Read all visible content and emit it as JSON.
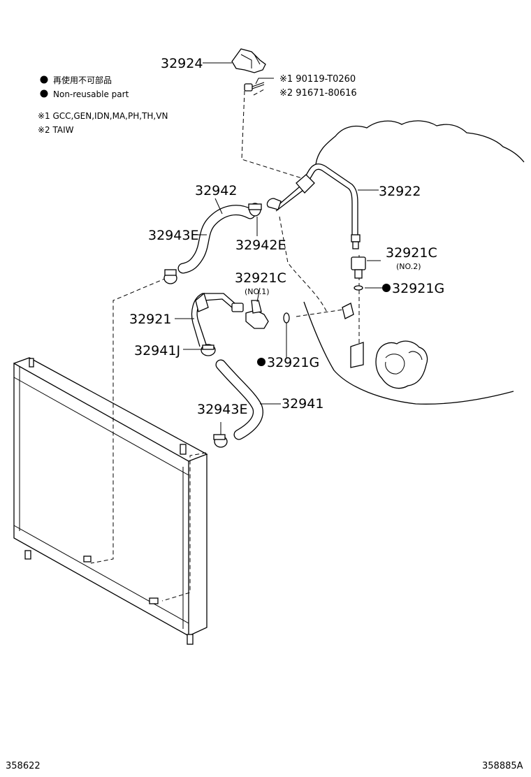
{
  "legend": {
    "non_reusable_jp": "再使用不可部品",
    "non_reusable_en": "Non-reusable part",
    "note1": "※1 GCC,GEN,IDN,MA,PH,TH,VN",
    "note2": "※2 TAIW"
  },
  "parts": {
    "p32924": "32924",
    "bolt1": "※1  90119-T0260",
    "bolt2": "※2  91671-80616",
    "p32922": "32922",
    "p32942": "32942",
    "p32943E_top": "32943E",
    "p32942E": "32942E",
    "p32921C_no1": "32921C",
    "no1_sub": "(NO.1)",
    "p32921C_no2": "32921C",
    "no2_sub": "(NO.2)",
    "p32921G_right": "32921G",
    "p32921": "32921",
    "p32941J": "32941J",
    "p32921G_mid": "32921G",
    "p32941": "32941",
    "p32943E_bottom": "32943E"
  },
  "footer": {
    "left_code": "358622",
    "right_code": "358885A"
  }
}
